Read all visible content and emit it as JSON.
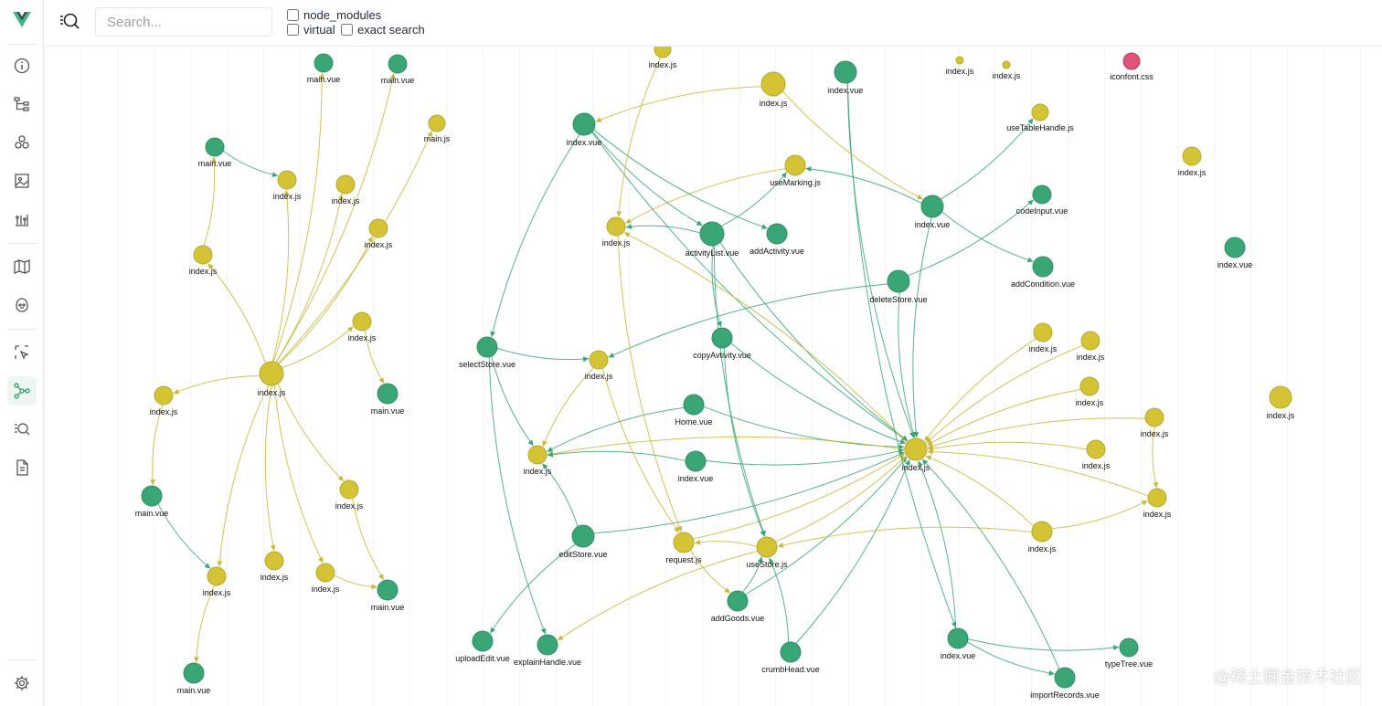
{
  "colors": {
    "vue": "#3aa676",
    "js": "#d4c334",
    "css": "#e0527a",
    "edge_vue": "#3aa676",
    "edge_js": "#c9b83a"
  },
  "sidebar": {
    "items": [
      {
        "icon": "info-icon"
      },
      {
        "icon": "component-tree-icon"
      },
      {
        "icon": "components-icon"
      },
      {
        "icon": "assets-icon"
      },
      {
        "icon": "timeline-icon"
      },
      {
        "icon": "routes-map-icon"
      },
      {
        "icon": "pinia-icon"
      },
      {
        "icon": "inspector-icon"
      },
      {
        "icon": "graph-icon",
        "active": true
      },
      {
        "icon": "search-inspect-icon"
      },
      {
        "icon": "docs-icon"
      },
      {
        "icon": "settings-icon"
      }
    ]
  },
  "toolbar": {
    "search_placeholder": "Search...",
    "options": [
      {
        "label": "node_modules",
        "checked": false
      },
      {
        "label": "virtual",
        "checked": false
      },
      {
        "label": "exact search",
        "checked": false
      }
    ]
  },
  "graph": {
    "nodes": [
      {
        "label": "main.vue",
        "type": "vue"
      },
      {
        "label": "main.vue",
        "type": "vue"
      },
      {
        "label": "main.js",
        "type": "js"
      },
      {
        "label": "main.vue",
        "type": "vue"
      },
      {
        "label": "index.js",
        "type": "js"
      },
      {
        "label": "index.js",
        "type": "js"
      },
      {
        "label": "index.js",
        "type": "js"
      },
      {
        "label": "index.js",
        "type": "js"
      },
      {
        "label": "index.js",
        "type": "js"
      },
      {
        "label": "index.js",
        "type": "js"
      },
      {
        "label": "main.vue",
        "type": "vue"
      },
      {
        "label": "index.js",
        "type": "js"
      },
      {
        "label": "main.vue",
        "type": "vue"
      },
      {
        "label": "index.js",
        "type": "js"
      },
      {
        "label": "index.js",
        "type": "js"
      },
      {
        "label": "index.js",
        "type": "js"
      },
      {
        "label": "index.js",
        "type": "js"
      },
      {
        "label": "main.vue",
        "type": "vue"
      },
      {
        "label": "main.vue",
        "type": "vue"
      },
      {
        "label": "index.js",
        "type": "js"
      },
      {
        "label": "index.vue",
        "type": "vue"
      },
      {
        "label": "index.js",
        "type": "js"
      },
      {
        "label": "index.vue",
        "type": "vue"
      },
      {
        "label": "iconfont.css",
        "type": "css"
      },
      {
        "label": "useTableHandle.js",
        "type": "js"
      },
      {
        "label": "index.js",
        "type": "js"
      },
      {
        "label": "useMarking.js",
        "type": "js"
      },
      {
        "label": "index.vue",
        "type": "vue"
      },
      {
        "label": "codeInput.vue",
        "type": "vue"
      },
      {
        "label": "index.js",
        "type": "js"
      },
      {
        "label": "activityList.vue",
        "type": "vue"
      },
      {
        "label": "addActivity.vue",
        "type": "vue"
      },
      {
        "label": "index.vue",
        "type": "vue"
      },
      {
        "label": "deleteStore.vue",
        "type": "vue"
      },
      {
        "label": "addCondition.vue",
        "type": "vue"
      },
      {
        "label": "index.js",
        "type": "js"
      },
      {
        "label": "index.js",
        "type": "js"
      },
      {
        "label": "selectStore.vue",
        "type": "vue"
      },
      {
        "label": "copyAvtivity.vue",
        "type": "vue"
      },
      {
        "label": "index.js",
        "type": "js"
      },
      {
        "label": "index.js",
        "type": "js"
      },
      {
        "label": "index.js",
        "type": "js"
      },
      {
        "label": "Home.vue",
        "type": "vue"
      },
      {
        "label": "index.js",
        "type": "js"
      },
      {
        "label": "index.js",
        "type": "js"
      },
      {
        "label": "index.js",
        "type": "js"
      },
      {
        "label": "index.vue",
        "type": "vue"
      },
      {
        "label": "index.js",
        "type": "js"
      },
      {
        "label": "index.js",
        "type": "js"
      },
      {
        "label": "index.js",
        "type": "js"
      },
      {
        "label": "editStore.vue",
        "type": "vue"
      },
      {
        "label": "request.js",
        "type": "js"
      },
      {
        "label": "useStore.js",
        "type": "js"
      },
      {
        "label": "index.js",
        "type": "js"
      },
      {
        "label": "addGoods.vue",
        "type": "vue"
      },
      {
        "label": "uploadEdit.vue",
        "type": "vue"
      },
      {
        "label": "explainHandle.vue",
        "type": "vue"
      },
      {
        "label": "crumbHead.vue",
        "type": "vue"
      },
      {
        "label": "index.vue",
        "type": "vue"
      },
      {
        "label": "typeTree.vue",
        "type": "vue"
      },
      {
        "label": "importRecords.vue",
        "type": "vue"
      },
      {
        "label": "index.js",
        "type": "js"
      }
    ]
  },
  "watermark": "@稀土掘金技术社区"
}
